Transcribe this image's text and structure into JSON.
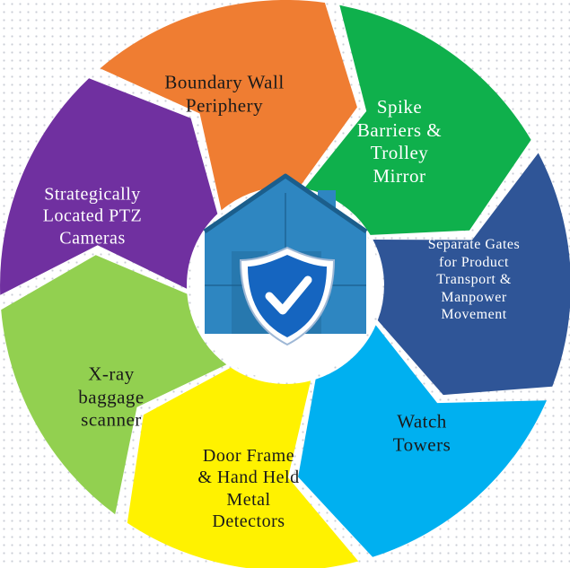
{
  "diagram": {
    "segments": [
      {
        "id": "boundary",
        "lines": [
          "Boundary Wall",
          "Periphery"
        ],
        "color": "#ef7d32",
        "text_color": "#1a1a1a"
      },
      {
        "id": "spike",
        "lines": [
          "Spike",
          "Barriers &",
          "Trolley",
          "Mirror"
        ],
        "color": "#0fb04c",
        "text_color": "#ffffff"
      },
      {
        "id": "gates",
        "lines": [
          "Separate Gates",
          "for Product",
          "Transport &",
          "Manpower",
          "Movement"
        ],
        "color": "#2f5597",
        "text_color": "#ffffff"
      },
      {
        "id": "watch",
        "lines": [
          "Watch",
          "Towers"
        ],
        "color": "#00b0f0",
        "text_color": "#1a1a1a"
      },
      {
        "id": "door",
        "lines": [
          "Door Frame",
          "& Hand Held",
          "Metal",
          "Detectors"
        ],
        "color": "#fff200",
        "text_color": "#1a1a1a"
      },
      {
        "id": "xray",
        "lines": [
          "X-ray",
          "baggage",
          "scanner"
        ],
        "color": "#92d050",
        "text_color": "#1a1a1a"
      },
      {
        "id": "ptz",
        "lines": [
          "Strategically",
          "Located PTZ",
          "Cameras"
        ],
        "color": "#7030a0",
        "text_color": "#ffffff"
      }
    ],
    "center_icon": "house-puzzle-shield-check-icon",
    "center_colors": {
      "house": "#2e86c1",
      "house_dark": "#1b5e8c",
      "shield": "#1565c0",
      "check": "#ffffff"
    }
  }
}
